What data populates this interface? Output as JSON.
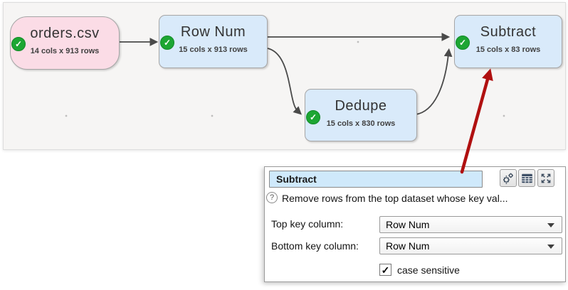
{
  "canvas": {
    "nodes": [
      {
        "id": "orders",
        "title": "orders.csv",
        "stats": "14 cols x 913 rows",
        "kind": "input-file"
      },
      {
        "id": "rownum",
        "title": "Row Num",
        "stats": "15 cols x 913 rows",
        "kind": "transform"
      },
      {
        "id": "dedupe",
        "title": "Dedupe",
        "stats": "15 cols x 830 rows",
        "kind": "transform"
      },
      {
        "id": "subtract",
        "title": "Subtract",
        "stats": "15 cols x 83 rows",
        "kind": "transform"
      }
    ],
    "connections": [
      {
        "from": "orders.csv",
        "to": "Row Num"
      },
      {
        "from": "Row Num",
        "to": "Subtract"
      },
      {
        "from": "Row Num",
        "to": "Dedupe"
      },
      {
        "from": "Dedupe",
        "to": "Subtract"
      }
    ],
    "node_status": "ok"
  },
  "panel": {
    "title_value": "Subtract",
    "description": "Remove rows from the top dataset whose key val...",
    "fields": [
      {
        "label": "Top key column:",
        "value": "Row Num"
      },
      {
        "label": "Bottom key column:",
        "value": "Row Num"
      }
    ],
    "checkbox": {
      "label": "case sensitive",
      "checked": true
    }
  },
  "icons": {
    "status_check_glyph": "✓",
    "checkbox_glyph": "✓",
    "help_glyph": "?",
    "settings": "gear-icon",
    "output": "table-icon",
    "maximize": "expand-icon"
  },
  "colors": {
    "node_blue": "#d9eafa",
    "node_pink": "#fbdce6",
    "status_green": "#1da633",
    "annotation_red": "#b01010",
    "title_input_blue": "#cfe9fb",
    "connector_gray": "#4a4a4a"
  }
}
